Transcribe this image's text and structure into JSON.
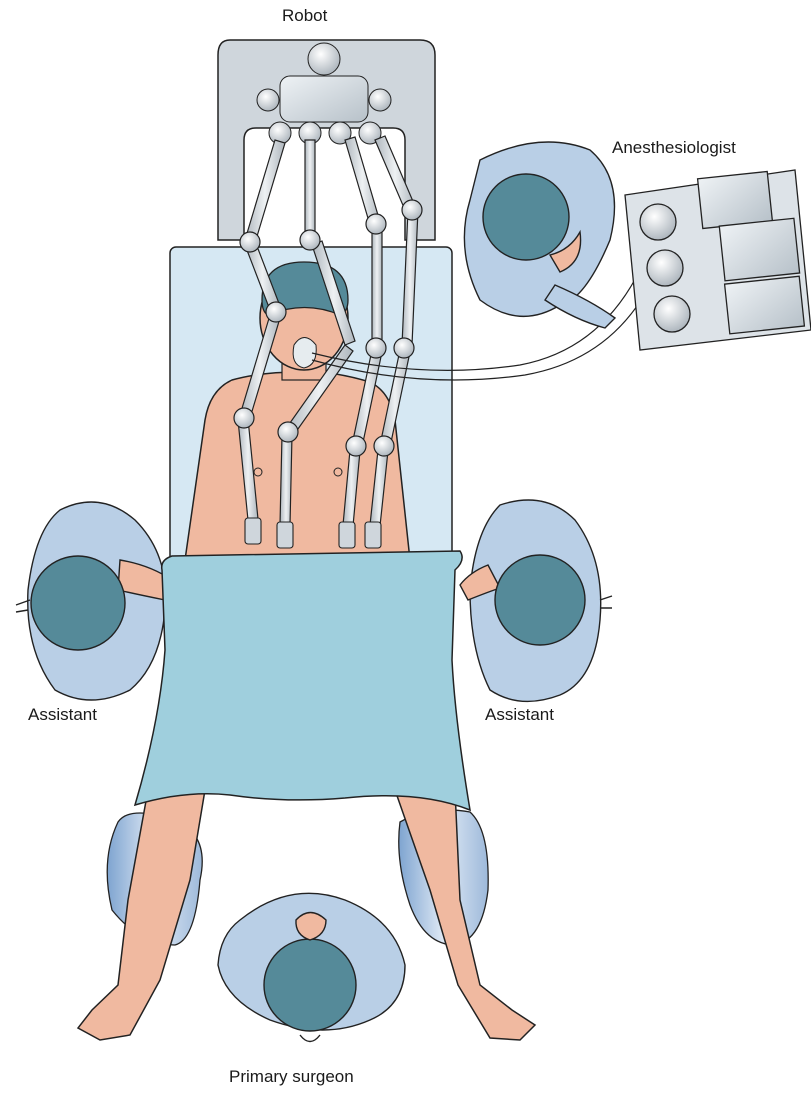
{
  "labels": {
    "robot": "Robot",
    "anesthesiologist": "Anesthesiologist",
    "assistant_left": "Assistant",
    "assistant_right": "Assistant",
    "primary_surgeon": "Primary surgeon"
  },
  "colors": {
    "gown": "#b9cfe6",
    "gown_dark": "#8fb0d3",
    "cap": "#558a99",
    "skin": "#f0b9a0",
    "drape": "#9fcfdd",
    "table": "#d6e8f3",
    "robot_frame": "#cfd6dc",
    "outline": "#222222"
  }
}
